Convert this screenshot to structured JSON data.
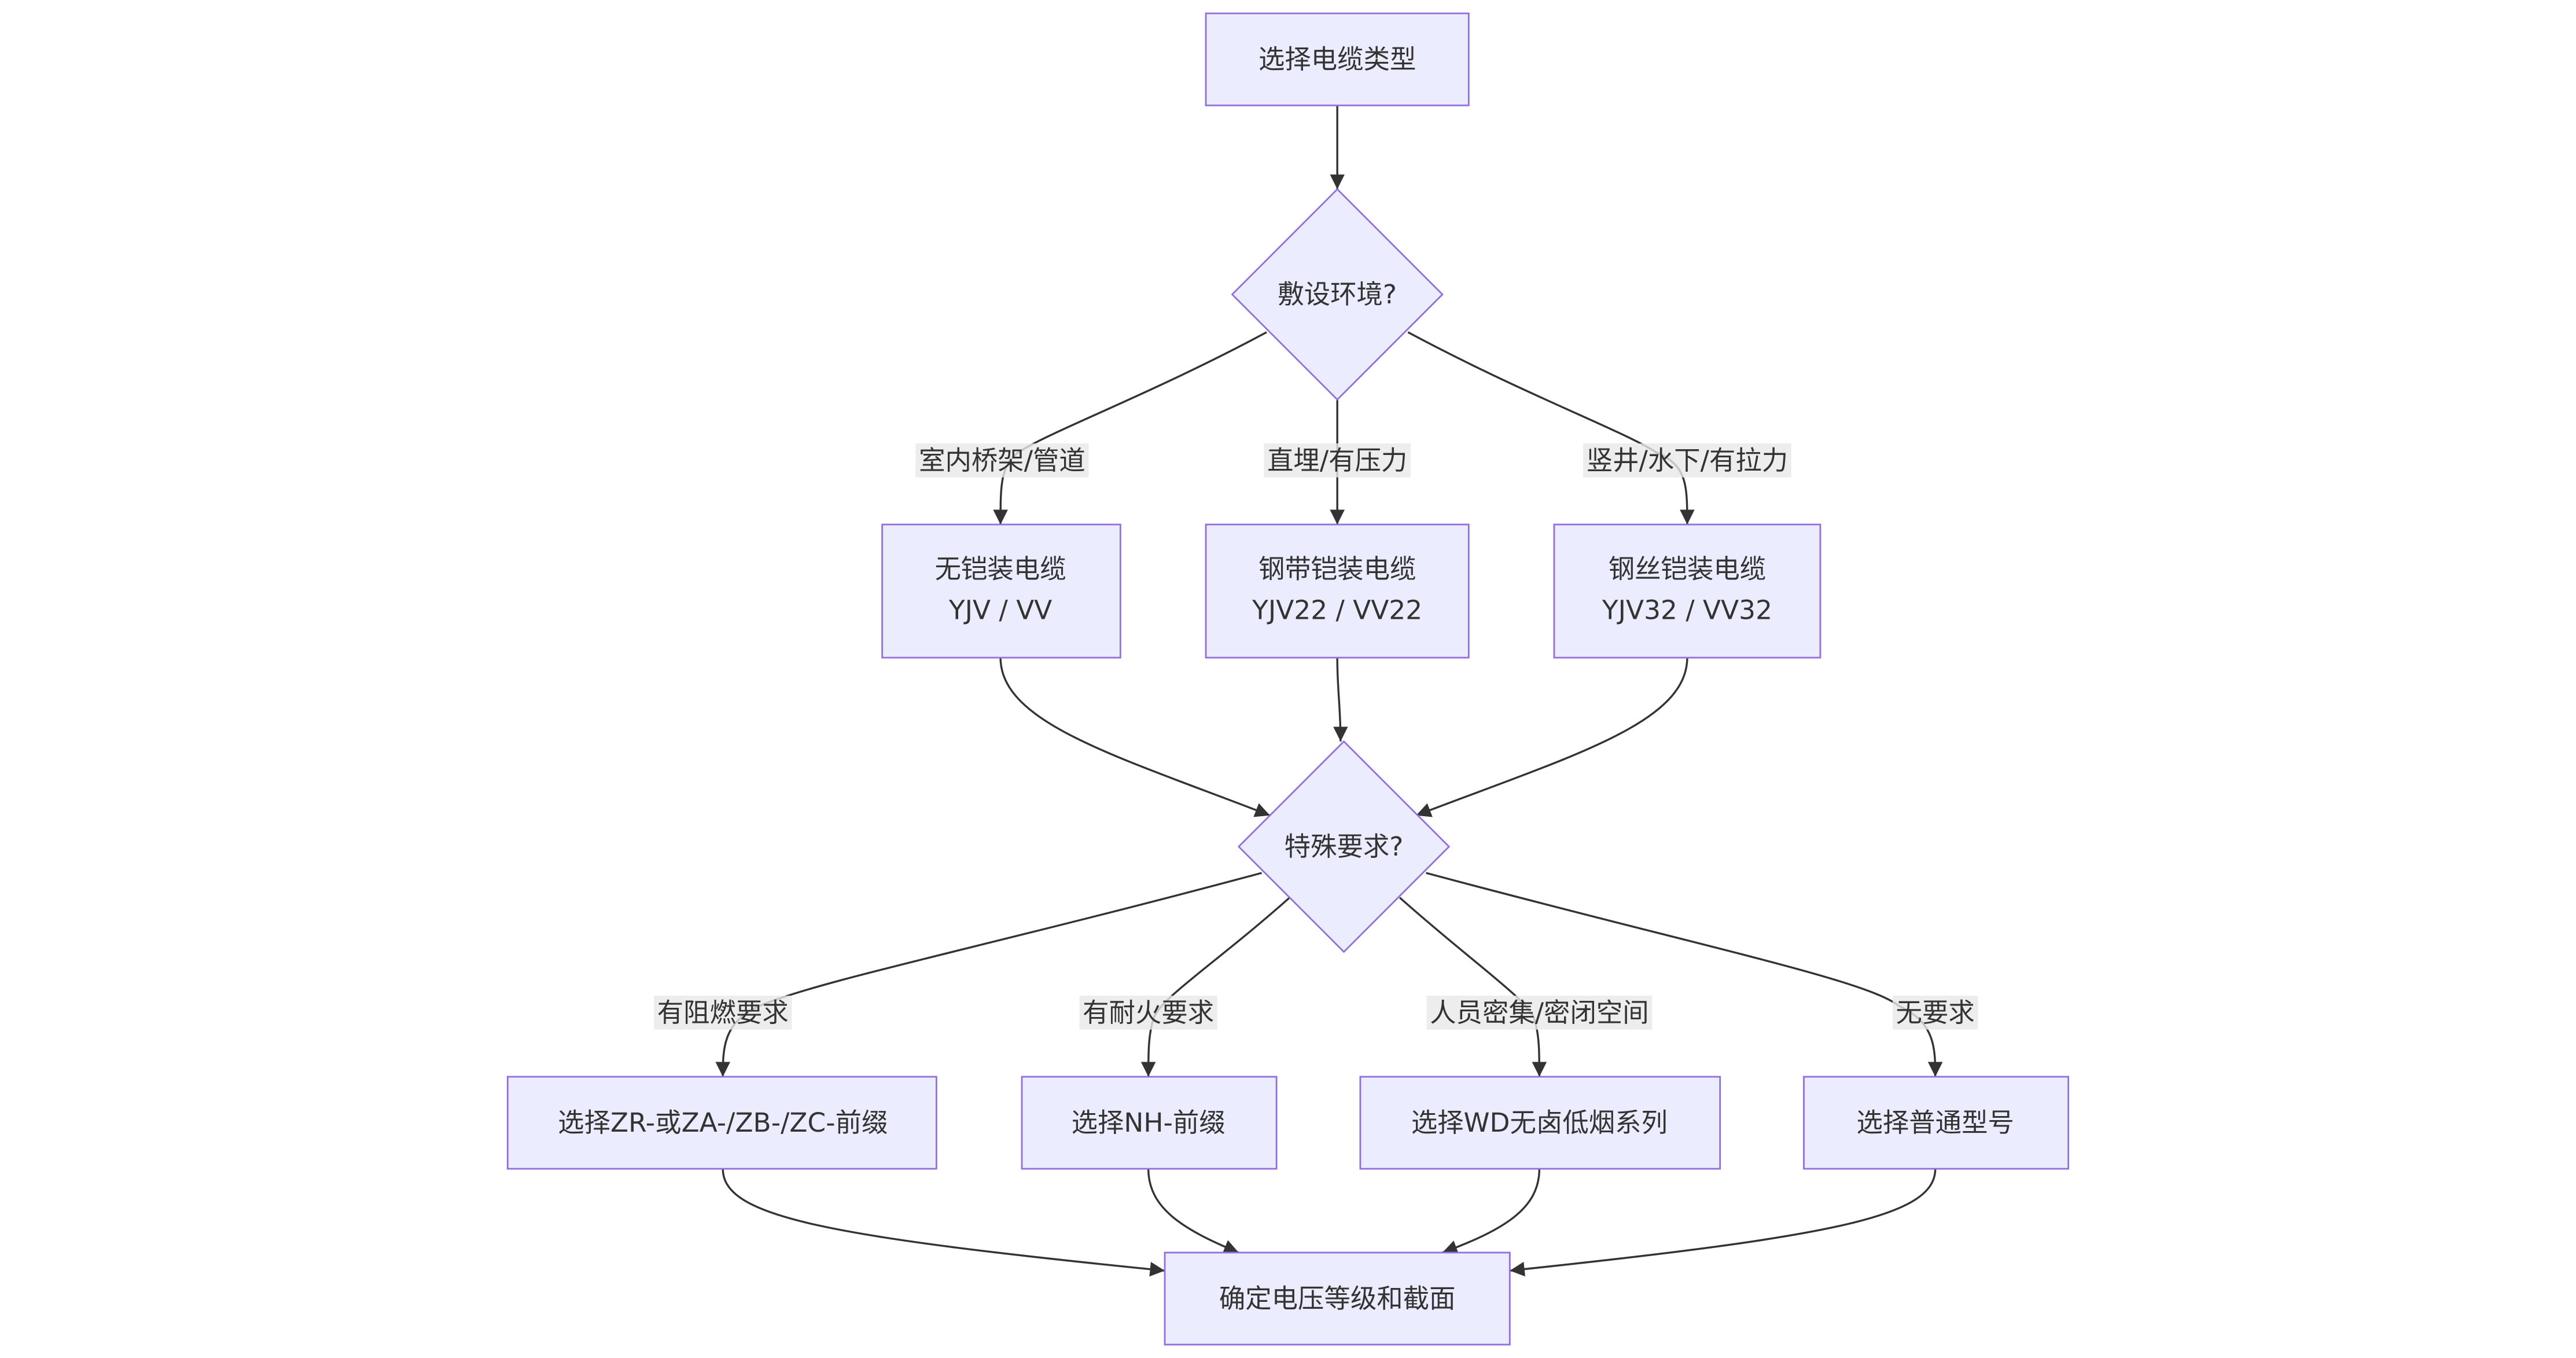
{
  "diagram": {
    "nodes": {
      "start": "选择电缆类型",
      "env_decision": "敷设环境?",
      "unarmored": [
        "无铠装电缆",
        "YJV / VV"
      ],
      "steel_tape": [
        "钢带铠装电缆",
        "YJV22 / VV22"
      ],
      "steel_wire": [
        "钢丝铠装电缆",
        "YJV32 / VV32"
      ],
      "special_decision": "特殊要求?",
      "flame_retardant": "选择ZR-或ZA-/ZB-/ZC-前缀",
      "fire_resistant": "选择NH-前缀",
      "low_smoke": "选择WD无卤低烟系列",
      "ordinary": "选择普通型号",
      "final": "确定电压等级和截面"
    },
    "edge_labels": {
      "indoor": "室内桥架/管道",
      "buried": "直埋/有压力",
      "shaft": "竖井/水下/有拉力",
      "flame": "有阻燃要求",
      "fire": "有耐火要求",
      "crowded": "人员密集/密闭空间",
      "none": "无要求"
    }
  },
  "colors": {
    "node_fill": "#ECECFF",
    "node_stroke": "#9370DB",
    "edge": "#333333",
    "label_bg": "#e8e8e8"
  }
}
